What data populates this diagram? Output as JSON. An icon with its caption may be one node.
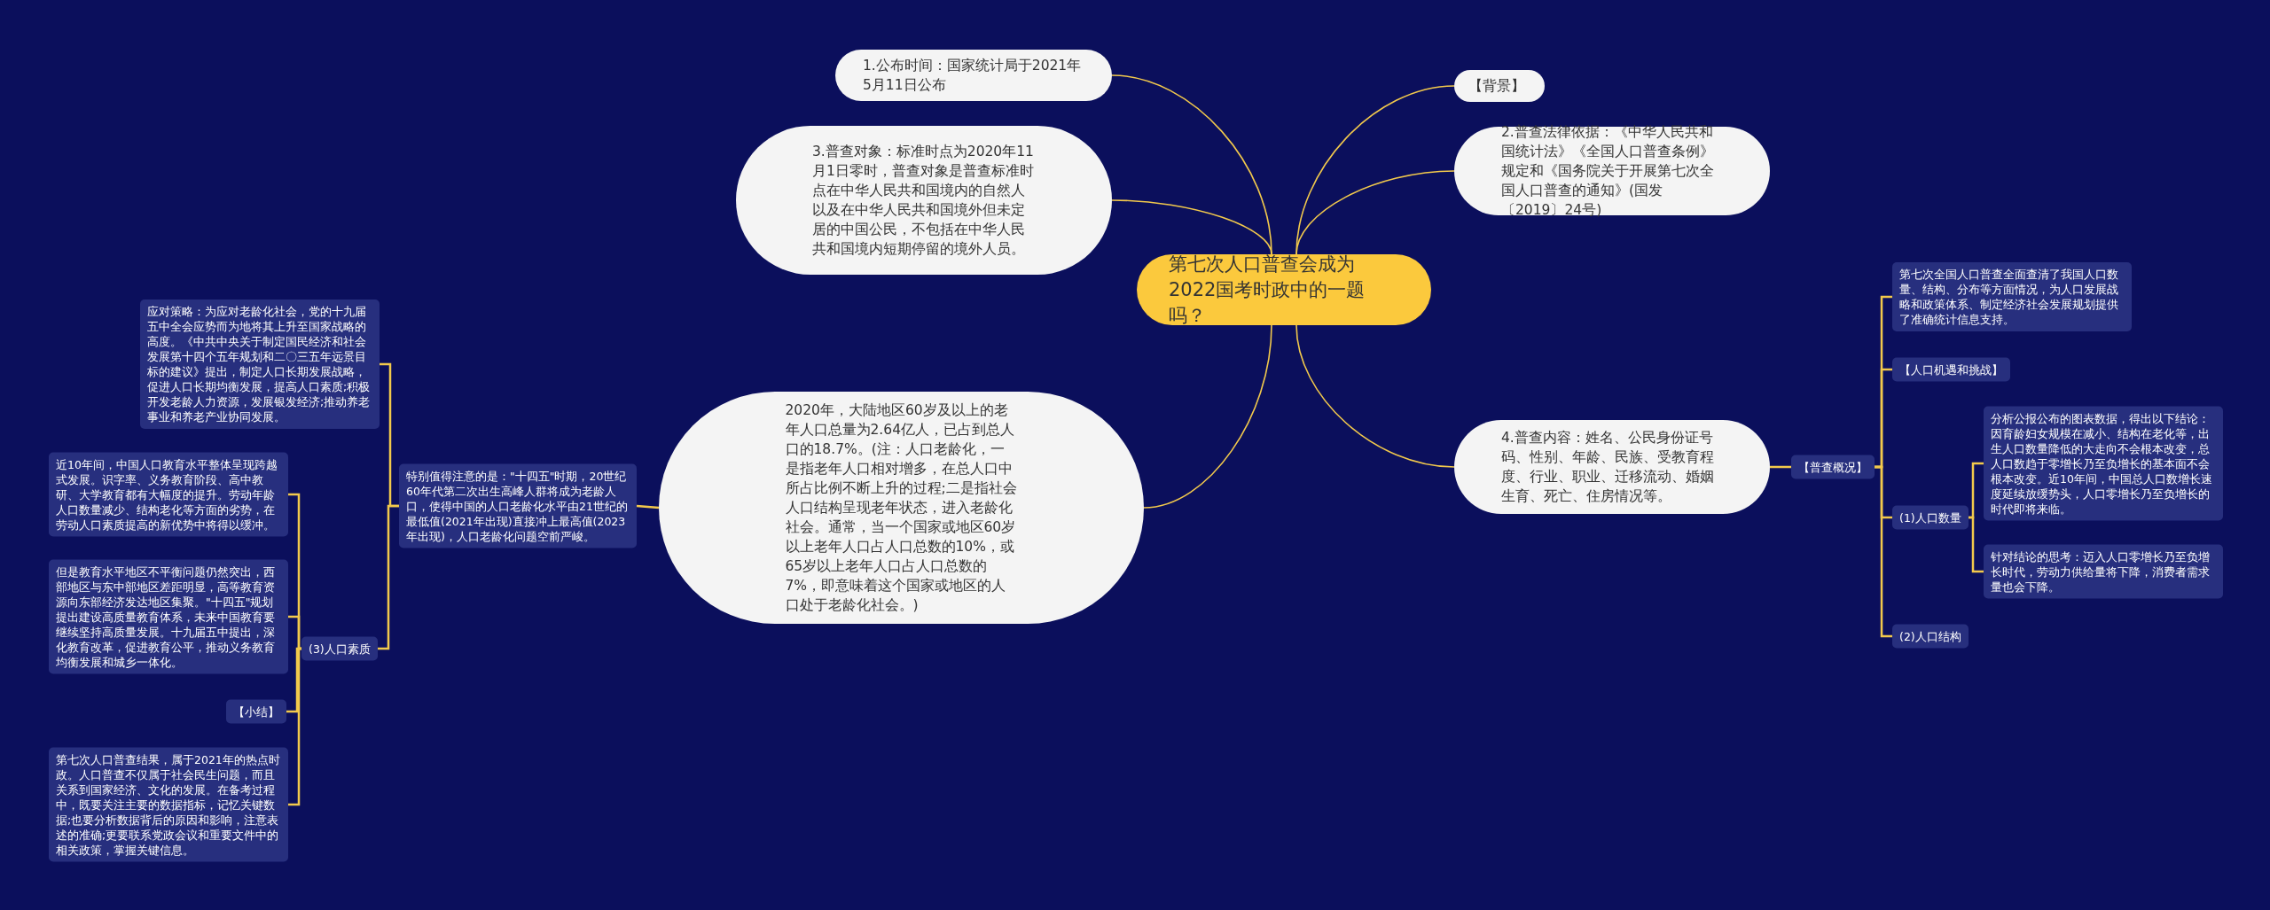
{
  "diagram": {
    "nodes": [
      {
        "text": [
          "第七次人口普查会成为2022国考时政中的一题吗？"
        ]
      },
      {
        "text": [
          "1.公布时间：国家统计局于2021年5月11日公布"
        ]
      },
      {
        "text": [
          "【背景】"
        ]
      },
      {
        "text": [
          "2.普查法律依据：《中华人民共和国统计法》《全国人口普查条例》规定和《国务院关于开展第七次全国人口普查的通知》(国发〔2019〕24号)"
        ]
      },
      {
        "text": [
          "3.普查对象：标准时点为2020年11月1日零时，普查对象是普查标准时点在中华人民共和国境内的自然人以及在中华人民共和国境外但未定居的中国公民，不包括在中华人民共和国境内短期停留的境外人员。"
        ]
      },
      {
        "text": [
          "4.普查内容：姓名、公民身份证号码、性别、年龄、民族、受教育程度、行业、职业、迁移流动、婚姻生育、死亡、住房情况等。"
        ]
      },
      {
        "text": [
          "【普查概况】"
        ]
      },
      {
        "text": [
          "第七次全国人口普查全面查清了我国人口数量、结构、分布等方面情况，为人口发展战略和政策体系、制定经济社会发展规划提供了准确统计信息支持。"
        ]
      },
      {
        "text": [
          "【人口机遇和挑战】"
        ]
      },
      {
        "text": [
          "(1)人口数量"
        ]
      },
      {
        "text": [
          "分析公报公布的图表数据，得出以下结论：因育龄妇女规模在减小、结构在老化等，出生人口数量降低的大走向不会根本改变，总人口数趋于零增长乃至负增长的基本面不会根本改变。近10年间，中国总人口数增长速度延续放缓势头，人口零增长乃至负增长的时代即将来临。"
        ]
      },
      {
        "text": [
          "针对结论的思考：迈入人口零增长乃至负增长时代，劳动力供给量将下降，消费者需求量也会下降。"
        ]
      },
      {
        "text": [
          "(2)人口结构"
        ]
      },
      {
        "text": [
          "2020年，大陆地区60岁及以上的老年人口总量为2.64亿人，已占到总人口的18.7%。(注：人口老龄化，一是指老年人口相对增多，在总人口中所占比例不断上升的过程;二是指社会人口结构呈现老年状态，进入老龄化社会。通常，当一个国家或地区60岁以上老年人口占人口总数的10%，或65岁以上老年人口占人口总数的7%，即意味着这个国家或地区的人口处于老龄化社会。)"
        ]
      },
      {
        "text": [
          "特别值得注意的是：\"十四五\"时期，20世纪60年代第二次出生高峰人群将成为老龄人口，使得中国的人口老龄化水平由21世纪的最低值(2021年出现)直接冲上最高值(2023年出现)，人口老龄化问题空前严峻。"
        ]
      },
      {
        "text": [
          "应对策略：为应对老龄化社会，党的十九届五中全会应势而为地将其上升至国家战略的高度。《中共中央关于制定国民经济和社会发展第十四个五年规划和二〇三五年远景目标的建议》提出，制定人口长期发展战略，促进人口长期均衡发展，提高人口素质;积极开发老龄人力资源，发展银发经济;推动养老事业和养老产业协同发展。"
        ]
      },
      {
        "text": [
          "(3)人口素质"
        ]
      },
      {
        "text": [
          "近10年间，中国人口教育水平整体呈现跨越式发展。识字率、义务教育阶段、高中教研、大学教育都有大幅度的提升。劳动年龄人口数量减少、结构老化等方面的劣势，在劳动人口素质提高的新优势中将得以缓冲。"
        ]
      },
      {
        "text": [
          "但是教育水平地区不平衡问题仍然突出，西部地区与东中部地区差距明显，高等教育资源向东部经济发达地区集聚。\"十四五\"规划提出建设高质量教育体系，未来中国教育要继续坚持高质量发展。十九届五中提出，深化教育改革，促进教育公平，推动义务教育均衡发展和城乡一体化。"
        ]
      },
      {
        "text": [
          "【小结】"
        ]
      },
      {
        "text": [
          "第七次人口普查结果，属于2021年的热点时政。人口普查不仅属于社会民生问题，而且关系到国家经济、文化的发展。在备考过程中，既要关注主要的数据指标，记忆关键数据;也要分析数据背后的原因和影响，注意表述的准确;更要联系党政会议和重要文件中的相关政策，掌握关键信息。"
        ]
      }
    ],
    "edges": [
      {
        "from": 0,
        "to": 1,
        "arrow": "none"
      },
      {
        "from": 0,
        "to": 2,
        "arrow": "none"
      },
      {
        "from": 0,
        "to": 3,
        "arrow": "none"
      },
      {
        "from": 0,
        "to": 4,
        "arrow": "none"
      },
      {
        "from": 0,
        "to": 5,
        "arrow": "none"
      },
      {
        "from": 0,
        "to": 13,
        "arrow": "none"
      },
      {
        "from": 5,
        "to": 6,
        "arrow": "none"
      },
      {
        "from": 6,
        "to": 7,
        "arrow": "none"
      },
      {
        "from": 6,
        "to": 8,
        "arrow": "none"
      },
      {
        "from": 6,
        "to": 9,
        "arrow": "none"
      },
      {
        "from": 6,
        "to": 12,
        "arrow": "none"
      },
      {
        "from": 9,
        "to": 10,
        "arrow": "none"
      },
      {
        "from": 9,
        "to": 11,
        "arrow": "none"
      },
      {
        "from": 13,
        "to": 14,
        "arrow": "none"
      },
      {
        "from": 14,
        "to": 15,
        "arrow": "none"
      },
      {
        "from": 14,
        "to": 16,
        "arrow": "none"
      },
      {
        "from": 16,
        "to": 17,
        "arrow": "none"
      },
      {
        "from": 16,
        "to": 18,
        "arrow": "none"
      },
      {
        "from": 16,
        "to": 19,
        "arrow": "none"
      },
      {
        "from": 16,
        "to": 20,
        "arrow": "none"
      }
    ]
  }
}
